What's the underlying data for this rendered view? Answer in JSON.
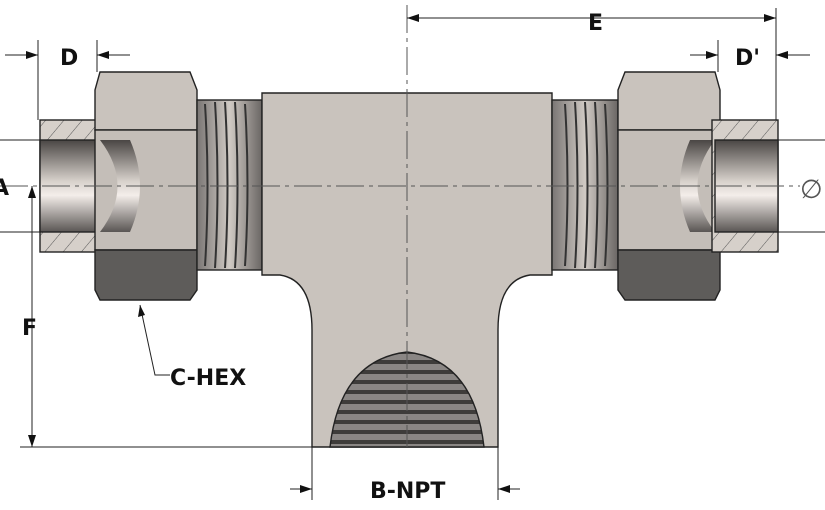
{
  "diagram": {
    "labels": {
      "d": "D",
      "e": "E",
      "d_prime": "D'",
      "a": "A",
      "f": "F",
      "c_hex": "C-HEX",
      "b_npt": "B-NPT",
      "diameter": "∅"
    },
    "colors": {
      "body": "#c9c3bd",
      "nut_dark": "#5e5c5a",
      "section": "#d6d0ca"
    }
  }
}
